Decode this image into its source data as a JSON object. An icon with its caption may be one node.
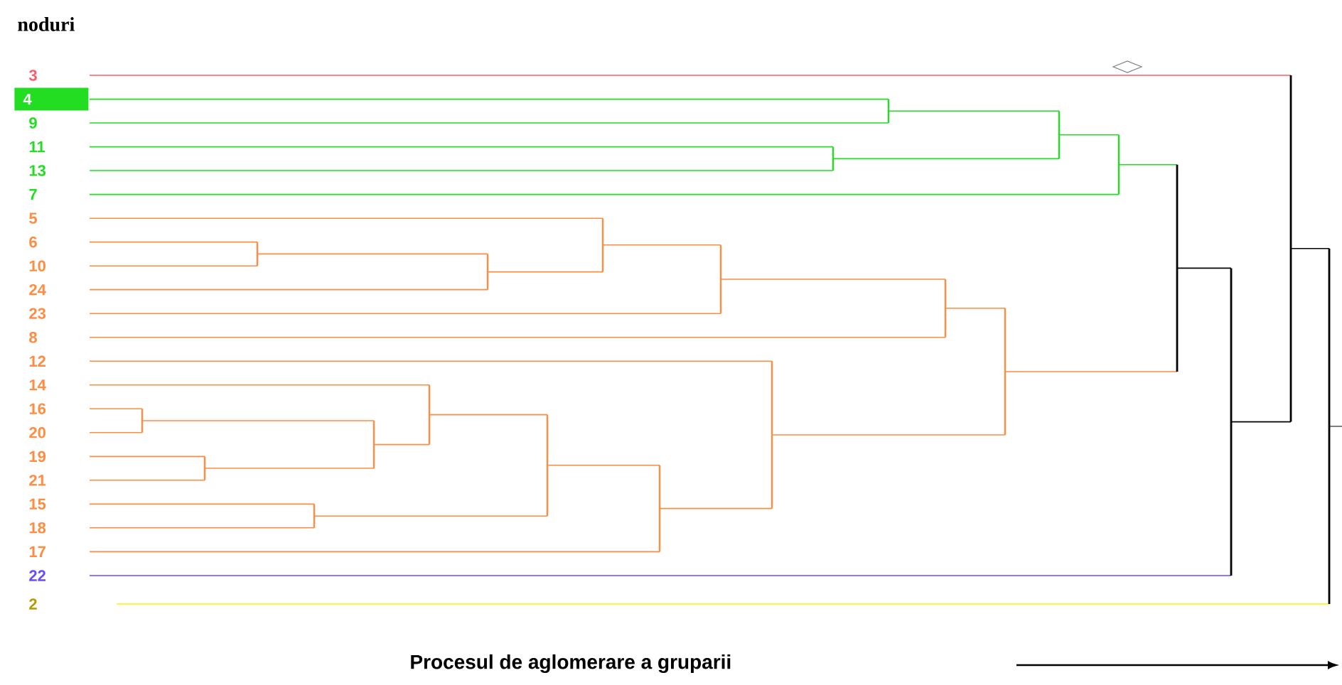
{
  "diagram": {
    "title": "noduri",
    "caption": "Procesul de aglomerare a gruparii",
    "labels": [
      "3",
      "4",
      "9",
      "11",
      "13",
      "7",
      "5",
      "6",
      "10",
      "24",
      "23",
      "8",
      "12",
      "14",
      "16",
      "20",
      "19",
      "21",
      "15",
      "18",
      "17",
      "22",
      "2"
    ]
  }
}
